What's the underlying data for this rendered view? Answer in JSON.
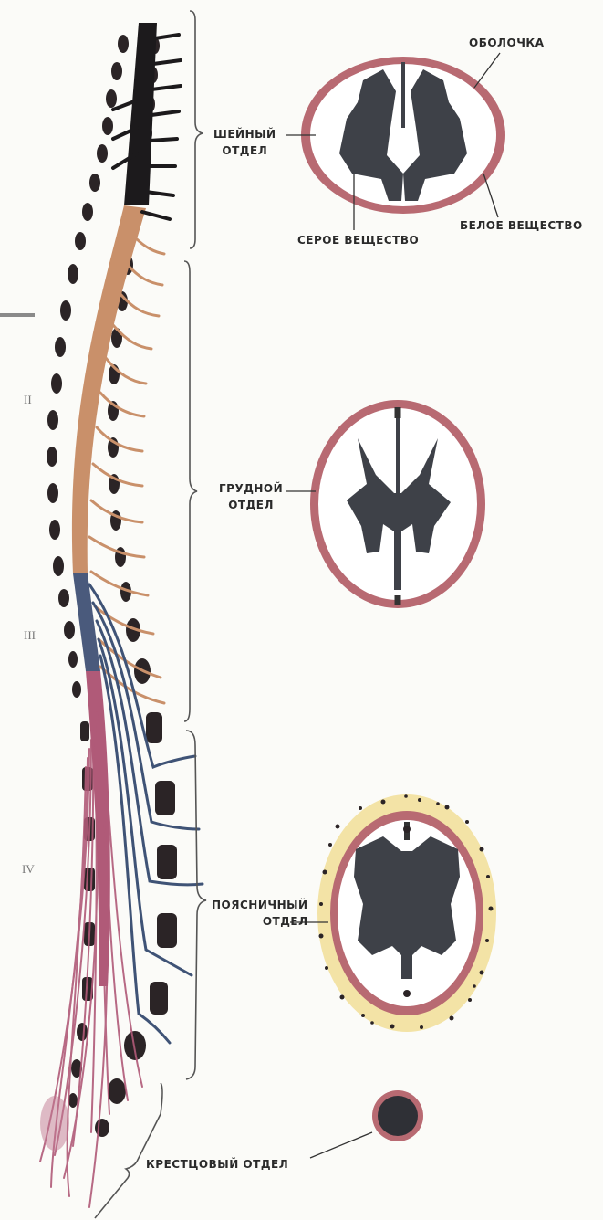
{
  "sections": {
    "cervical": [
      "ШЕЙНЫЙ",
      "ОТДЕЛ"
    ],
    "thoracic": [
      "ГРУДНОЙ",
      "ОТДЕЛ"
    ],
    "lumbar": [
      "ПОЯСНИЧНЫЙ",
      "ОТДЕЛ"
    ],
    "sacral": "КРЕСТЦОВЫЙ ОТДЕЛ"
  },
  "cross_section_labels": {
    "membrane": "ОБОЛОЧКА",
    "gray_matter": "СЕРОЕ ВЕЩЕСТВО",
    "white_matter": "БЕЛОЕ ВЕЩЕСТВО"
  },
  "roman_numerals": [
    "II",
    "III",
    "IV"
  ],
  "colors": {
    "cervical": "#1c1a1c",
    "thoracic": "#c9906a",
    "lumbar": "#4a5a7c",
    "sacral": "#b05a78",
    "gray_matter": "#3e4148",
    "membrane": "#b86a72"
  }
}
